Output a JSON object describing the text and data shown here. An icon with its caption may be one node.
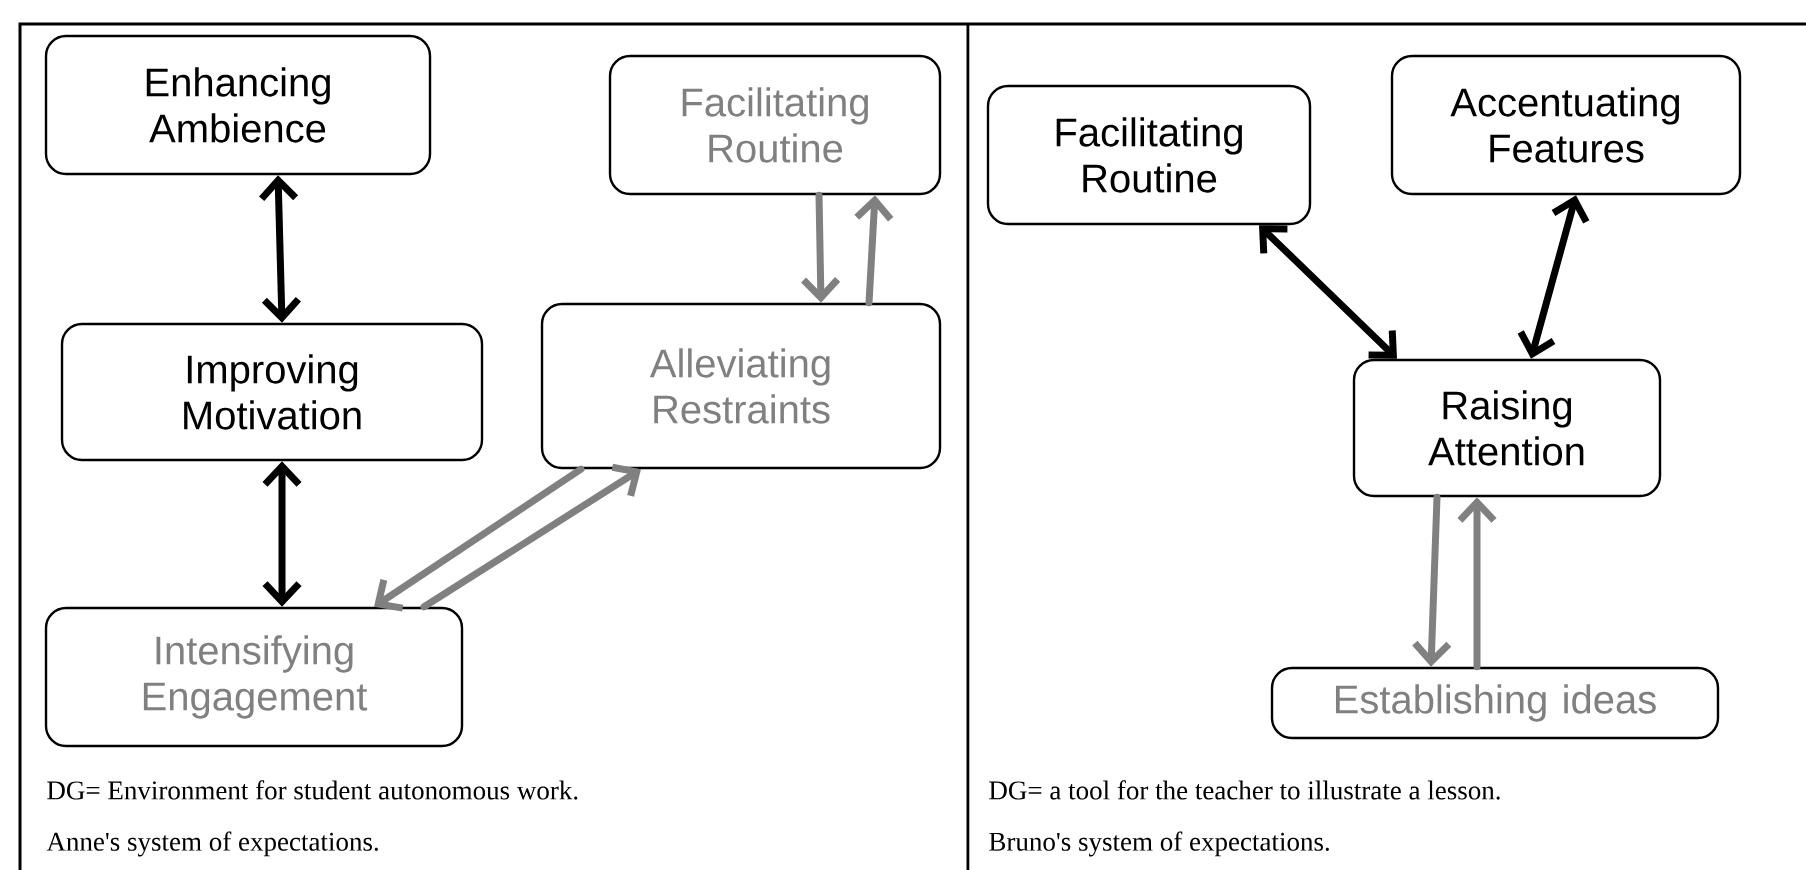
{
  "diagram": {
    "nodes": [
      {
        "text": [
          "Enhancing Ambience"
        ]
      },
      {
        "text": [
          "Facilitating Routine"
        ]
      },
      {
        "text": [
          "Improving Motivation"
        ]
      },
      {
        "text": [
          "Alleviating Restraints"
        ]
      },
      {
        "text": [
          "Intensifying Engagement"
        ]
      },
      {
        "text": [
          "Facilitating Routine"
        ]
      },
      {
        "text": [
          "Accentuating Features"
        ]
      },
      {
        "text": [
          "Raising Attention"
        ]
      },
      {
        "text": [
          "Establishing ideas"
        ]
      }
    ],
    "edges": [
      {
        "from": 0,
        "to": 2,
        "arrow": "both",
        "color": "#000000"
      },
      {
        "from": 2,
        "to": 4,
        "arrow": "both",
        "color": "#000000"
      },
      {
        "from": 3,
        "to": 1,
        "arrow": "to",
        "color": "#808080"
      },
      {
        "from": 1,
        "to": 3,
        "arrow": "to",
        "color": "#808080"
      },
      {
        "from": 3,
        "to": 4,
        "arrow": "to",
        "color": "#808080"
      },
      {
        "from": 4,
        "to": 3,
        "arrow": "to",
        "color": "#808080"
      },
      {
        "from": 5,
        "to": 7,
        "arrow": "both",
        "color": "#000000"
      },
      {
        "from": 6,
        "to": 7,
        "arrow": "both",
        "color": "#000000"
      },
      {
        "from": 8,
        "to": 7,
        "arrow": "to",
        "color": "#808080"
      },
      {
        "from": 7,
        "to": 8,
        "arrow": "to",
        "color": "#808080"
      }
    ],
    "labels": [
      "DG= Environment for student autonomous work.",
      "Anne's system of expectations.",
      "DG= a tool for the teacher to illustrate a lesson.",
      "Bruno's system of expectations."
    ]
  }
}
